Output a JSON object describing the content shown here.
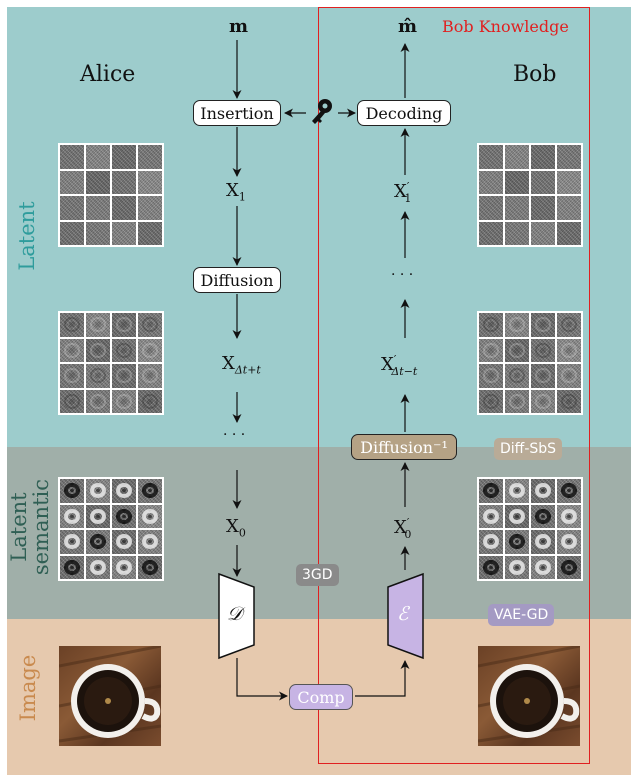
{
  "regions": {
    "latent": "Latent",
    "latent_semantic": "Latent\nsemantic",
    "image": "Image"
  },
  "actors": {
    "alice": "Alice",
    "bob": "Bob"
  },
  "bob_box_label": "Bob Knowledge",
  "alice_column": {
    "message": "m",
    "insertion": "Insertion",
    "x1": {
      "base": "X",
      "sub": "1"
    },
    "diffusion": "Diffusion",
    "x_delta": {
      "base": "X",
      "sub": "Δt+t"
    },
    "ellipsis": "· · ·",
    "x0": {
      "base": "X",
      "sub": "0"
    },
    "decoder": "𝒟"
  },
  "bob_column": {
    "message_hat": "m̂",
    "decoding": "Decoding",
    "x1p": {
      "base": "X",
      "sub": "1",
      "sup": "′"
    },
    "ellipsis": "· · ·",
    "x_delta_p": {
      "base": "X",
      "sub": "Δt−t",
      "sup": "′"
    },
    "diffusion_inv": "Diffusion⁻¹",
    "x0p": {
      "base": "X",
      "sub": "0",
      "sup": "′"
    },
    "encoder": "ℰ"
  },
  "comp": "Comp",
  "tags": {
    "diff_sbs": "Diff-SbS",
    "gd3": "3GD",
    "vae_gd": "VAE-GD"
  },
  "colors": {
    "latent_band": "#9dcccc",
    "semantic_band": "#a0afa9",
    "image_band": "#e6c9ae",
    "bob_box": "#e02020",
    "purple": "#c7b4e4",
    "diffusion_inv_fill": "#b5a285",
    "latent_label": "#2e9c9c",
    "semantic_label": "#2f5f54",
    "image_label": "#c98a4e",
    "tag_diffsbs": "#b9ab97",
    "tag_3gd": "#8a8a8a",
    "tag_vaegd": "#a49ac3"
  },
  "icons": {
    "key": "key-icon",
    "coffee": "coffee-cup-image"
  }
}
